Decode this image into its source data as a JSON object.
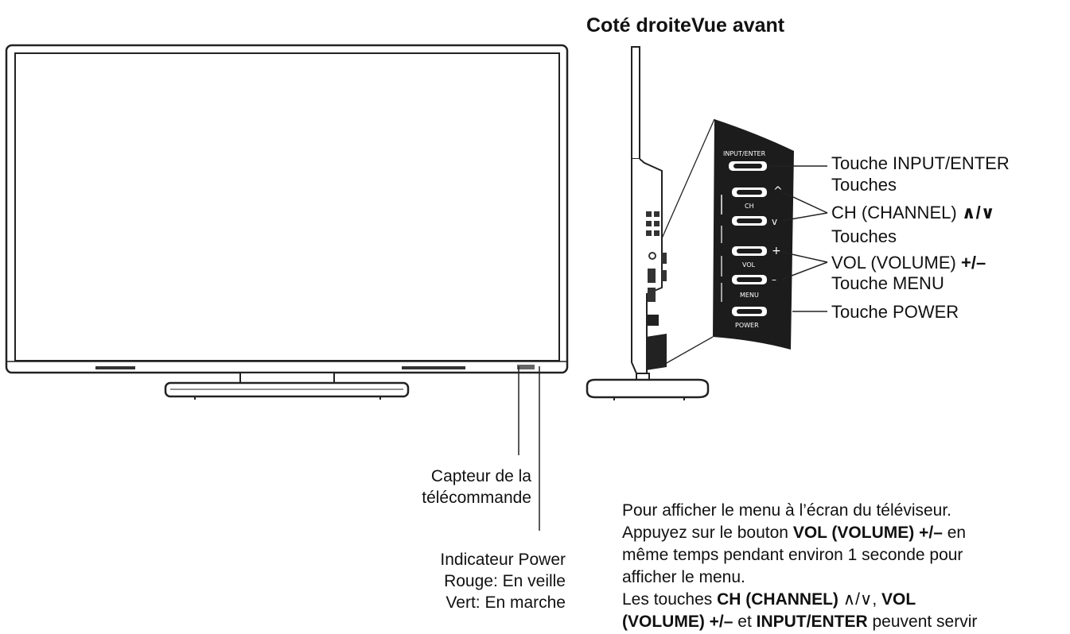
{
  "header": {
    "side_title": "Coté droite",
    "front_title": "Vue avant"
  },
  "labels": {
    "input_enter": "Touche INPUT/ENTER",
    "ch_title": "Touches",
    "ch_name": "CH (CHANNEL) ",
    "ch_symbols": "∧/∨",
    "vol_title": "Touches",
    "vol_name": "VOL (VOLUME) ",
    "vol_symbols": "+/–",
    "menu": "Touche MENU",
    "power": "Touche POWER",
    "remote_sensor": [
      "Capteur de la",
      "télécommande"
    ],
    "power_indicator": [
      "Indicateur Power",
      "Rouge: En veille",
      "Vert: En marche"
    ]
  },
  "panel_buttons": {
    "input_enter": "INPUT/ENTER",
    "ch": "CH",
    "vol": "VOL",
    "menu": "MENU",
    "power": "POWER",
    "ch_up": "^",
    "ch_down": "v",
    "vol_plus": "+",
    "vol_minus": "–"
  },
  "note": {
    "line1": "Pour afficher le menu à l’écran du téléviseur.",
    "line2_pre": "Appuyez sur le bouton ",
    "line2_bold": "VOL (VOLUME) +/–",
    "line2_post": " en",
    "line3": "même temps pendant environ 1 seconde pour",
    "line4": "afficher le menu.",
    "line5_pre": "Les touches ",
    "line5_bold1": "CH (CHANNEL) ",
    "line5_sym": "∧/∨",
    "line5_mid": ", ",
    "line5_bold2": "VOL",
    "line6_bold1": "(VOLUME) +/–",
    "line6_mid": " et ",
    "line6_bold2": "INPUT/ENTER",
    "line6_post": " peuvent servir"
  }
}
